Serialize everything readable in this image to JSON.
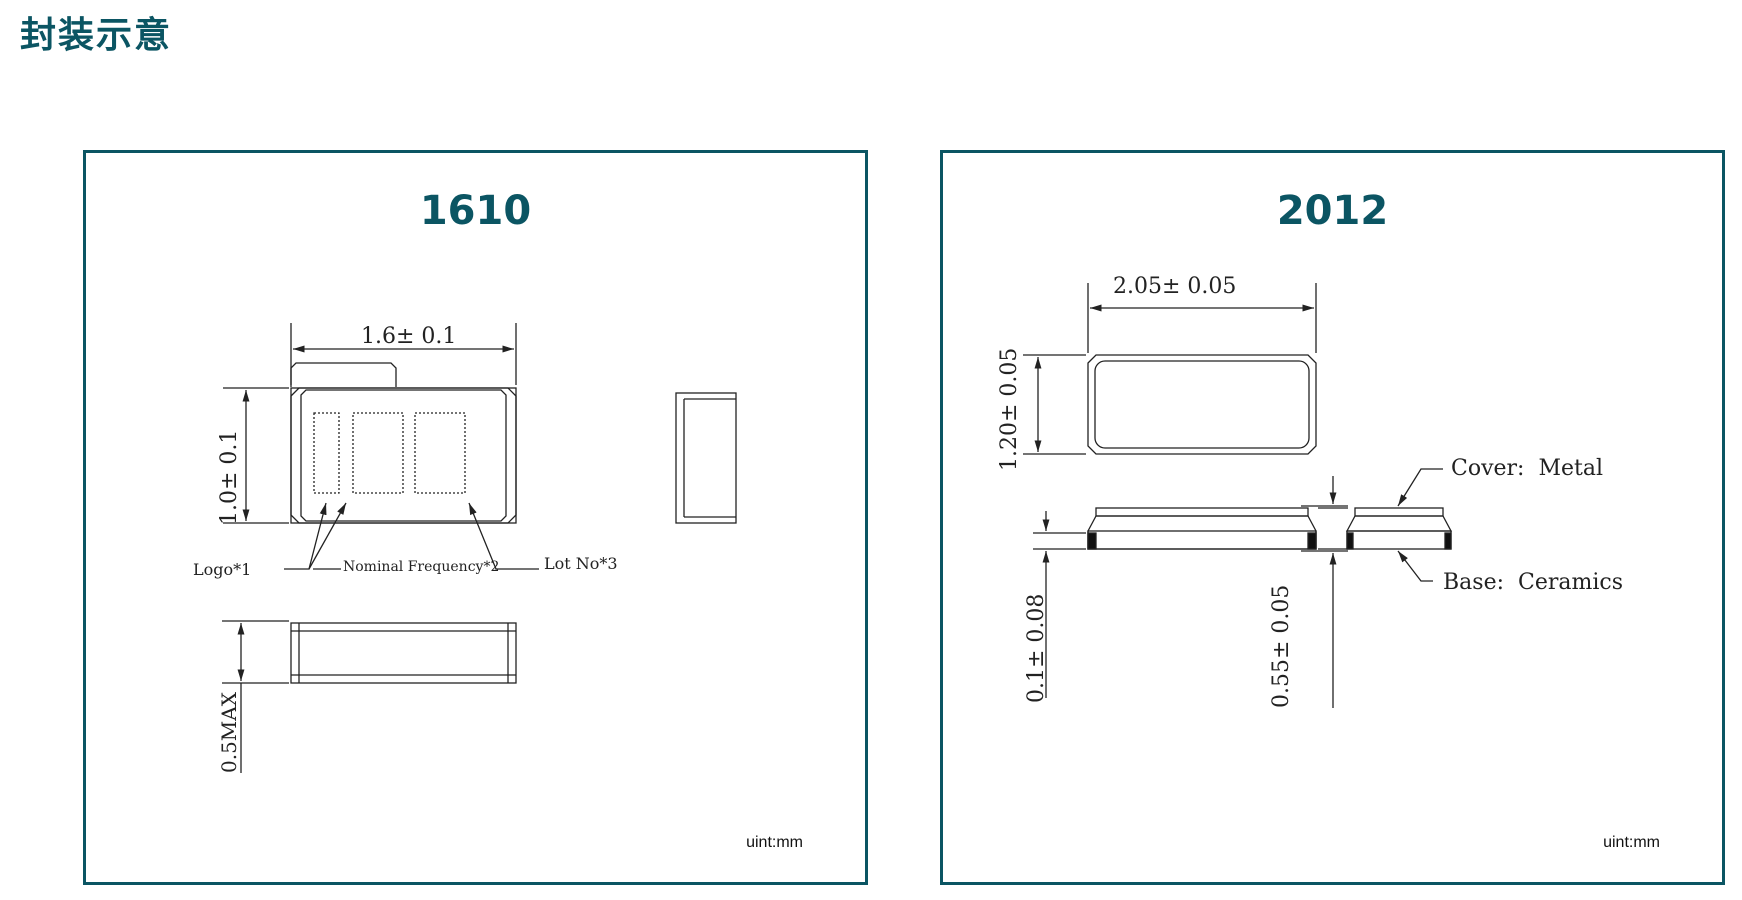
{
  "page_title": "封装示意",
  "panels": [
    {
      "title": "1610",
      "unit": "uint:mm",
      "dims": {
        "width": "1.6± 0.1",
        "height": "1.0± 0.1",
        "thickness": "0.5MAX"
      },
      "callouts": {
        "logo": "Logo*1",
        "freq": "Nominal Frequency*2",
        "lot": "Lot No*3"
      }
    },
    {
      "title": "2012",
      "unit": "uint:mm",
      "dims": {
        "width": "2.05± 0.05",
        "height": "1.20± 0.05",
        "gap": "0.1± 0.08",
        "thickness": "0.55± 0.05"
      },
      "callouts": {
        "cover": "Cover:  Metal",
        "base": "Base:  Ceramics"
      }
    }
  ]
}
